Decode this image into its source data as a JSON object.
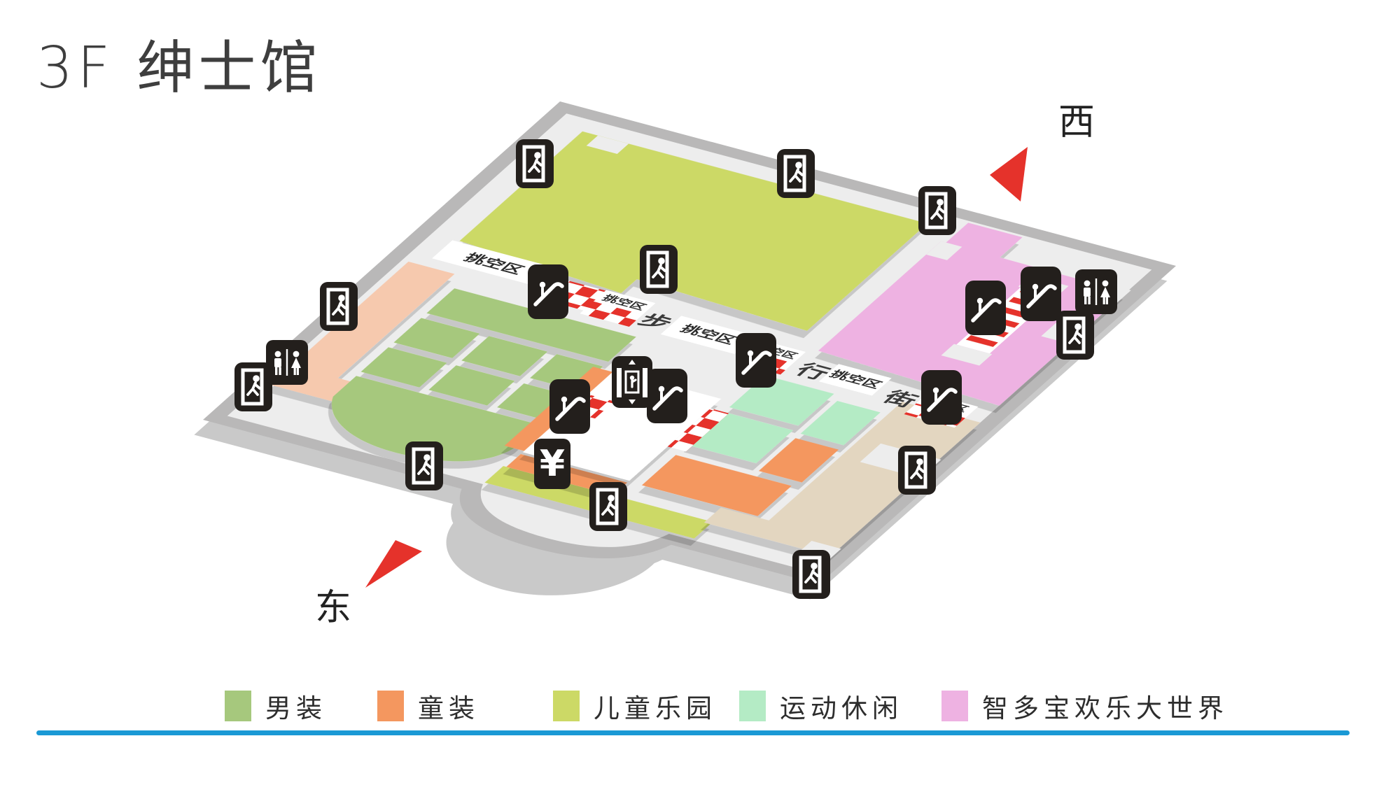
{
  "title": "3F 绅士馆",
  "compass": {
    "west": "西",
    "east": "东"
  },
  "legend": {
    "items": [
      {
        "label": "男装",
        "color": "#a6c87d"
      },
      {
        "label": "童装",
        "color": "#f4975f"
      },
      {
        "label": "儿童乐园",
        "color": "#ccd966"
      },
      {
        "label": "运动休闲",
        "color": "#b4ebc5"
      },
      {
        "label": "智多宝欢乐大世界",
        "color": "#eeb2e2"
      }
    ]
  },
  "map": {
    "void_label": "挑空区",
    "street_chars": [
      "步",
      "行",
      "街"
    ],
    "zones": [
      {
        "name": "男装",
        "color": "#a6c87d"
      },
      {
        "name": "童装",
        "color": "#f4975f"
      },
      {
        "name": "儿童乐园",
        "color": "#ccd966"
      },
      {
        "name": "运动休闲",
        "color": "#b4ebc5"
      },
      {
        "name": "智多宝欢乐大世界",
        "color": "#eeb2e2"
      }
    ]
  },
  "colors": {
    "floor": "#ededed",
    "wall": "#b9b8b8",
    "shadow": "#c9c9c9",
    "accent_red": "#e5322b",
    "void_white": "#ffffff",
    "corridor_tan": "#e3d6c0",
    "side_salmon": "#f6c9ae",
    "line_blue": "#1a99d5",
    "icon_black": "#231f1c",
    "text_dark": "#3e3e3e"
  },
  "icons": {
    "atm_glyph": "¥",
    "types": [
      "exit-icon",
      "escalator-icon",
      "elevator-icon",
      "restroom-icon",
      "atm-icon"
    ]
  }
}
